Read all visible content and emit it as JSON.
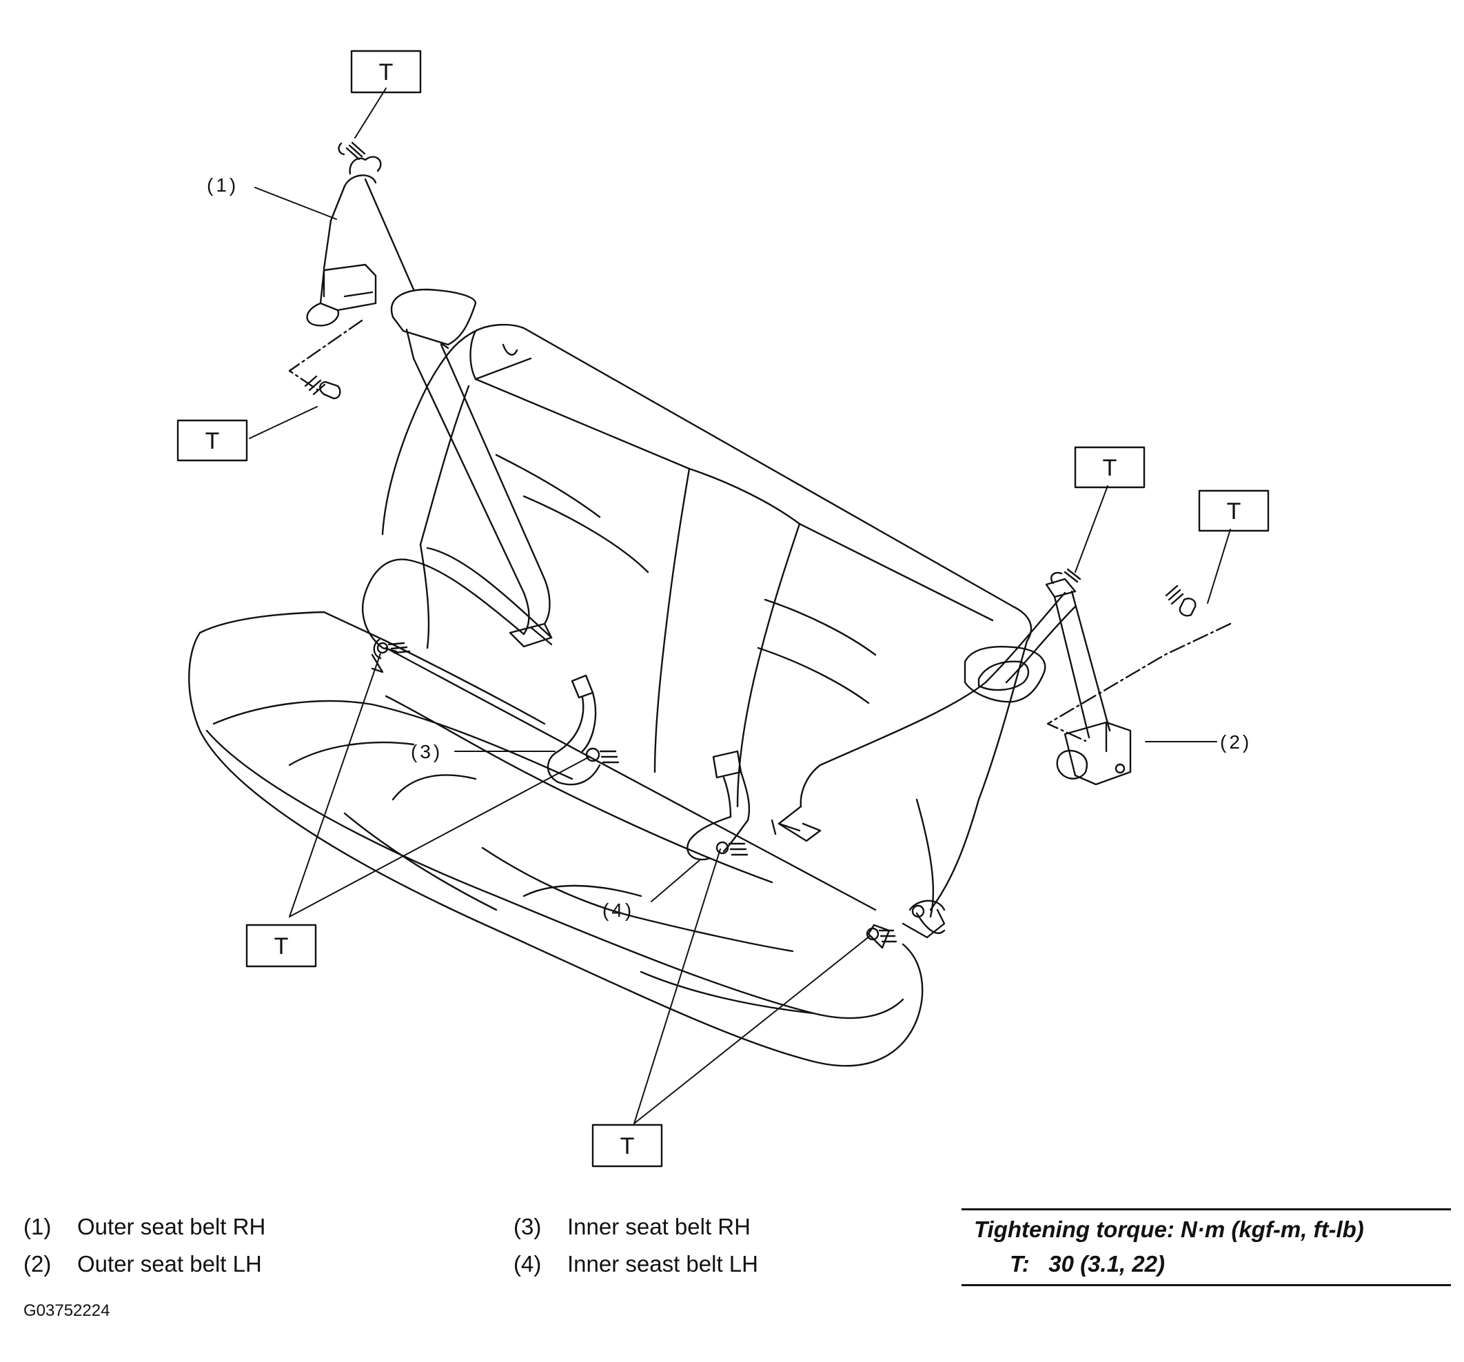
{
  "callouts": {
    "c1": "(1)",
    "c2": "(2)",
    "c3": "(3)",
    "c4": "(4)"
  },
  "torque_box_label": "T",
  "legend": {
    "items": [
      {
        "num": "(1)",
        "label": "Outer seat belt RH"
      },
      {
        "num": "(2)",
        "label": "Outer seat belt LH"
      },
      {
        "num": "(3)",
        "label": "Inner seat belt RH"
      },
      {
        "num": "(4)",
        "label": "Inner seast belt LH"
      }
    ]
  },
  "torque": {
    "heading": "Tightening torque: N·m (kgf-m, ft-lb)",
    "symbol": "T:",
    "value": "30 (3.1, 22)"
  },
  "figure_id": "G03752224"
}
